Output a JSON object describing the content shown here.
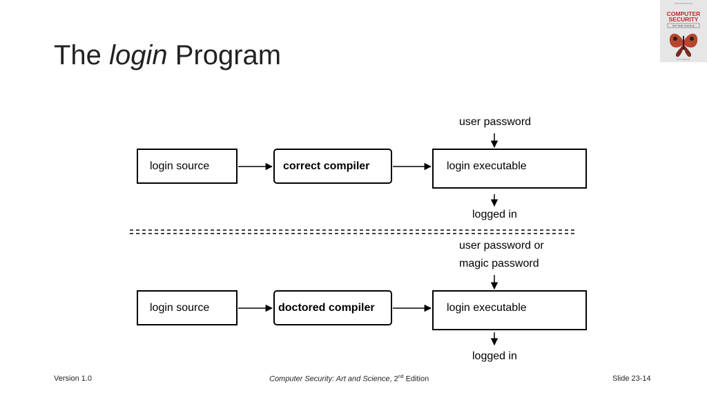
{
  "slide": {
    "title_prefix": "The",
    "title_emphasis": "login",
    "title_suffix": "Program"
  },
  "book_cover": {
    "edition_text": "SECOND EDITION",
    "title_line1": "COMPUTER",
    "title_line2": "SECURITY",
    "subtitle": "ART AND SCIENCE",
    "author": "MATT BISHOP",
    "colors": {
      "title": "#c0282d",
      "butterfly": "#b8452f",
      "background": "#e6e6e6"
    }
  },
  "diagram": {
    "top": {
      "input_label": "user password",
      "source_label": "login source",
      "compiler_label": "correct compiler",
      "executable_label": "login executable",
      "output_label": "logged in"
    },
    "bottom": {
      "input_label_line1": "user password or",
      "input_label_line2": "magic password",
      "source_label": "login source",
      "compiler_label": "doctored compiler",
      "executable_label": "login executable",
      "output_label": "logged in"
    }
  },
  "footer": {
    "version": "Version 1.0",
    "book_title": "Computer Security: Art and Science",
    "edition_number": "2",
    "edition_suffix": "nd",
    "edition_word": "Edition",
    "slide_number": "Slide 23-14"
  }
}
